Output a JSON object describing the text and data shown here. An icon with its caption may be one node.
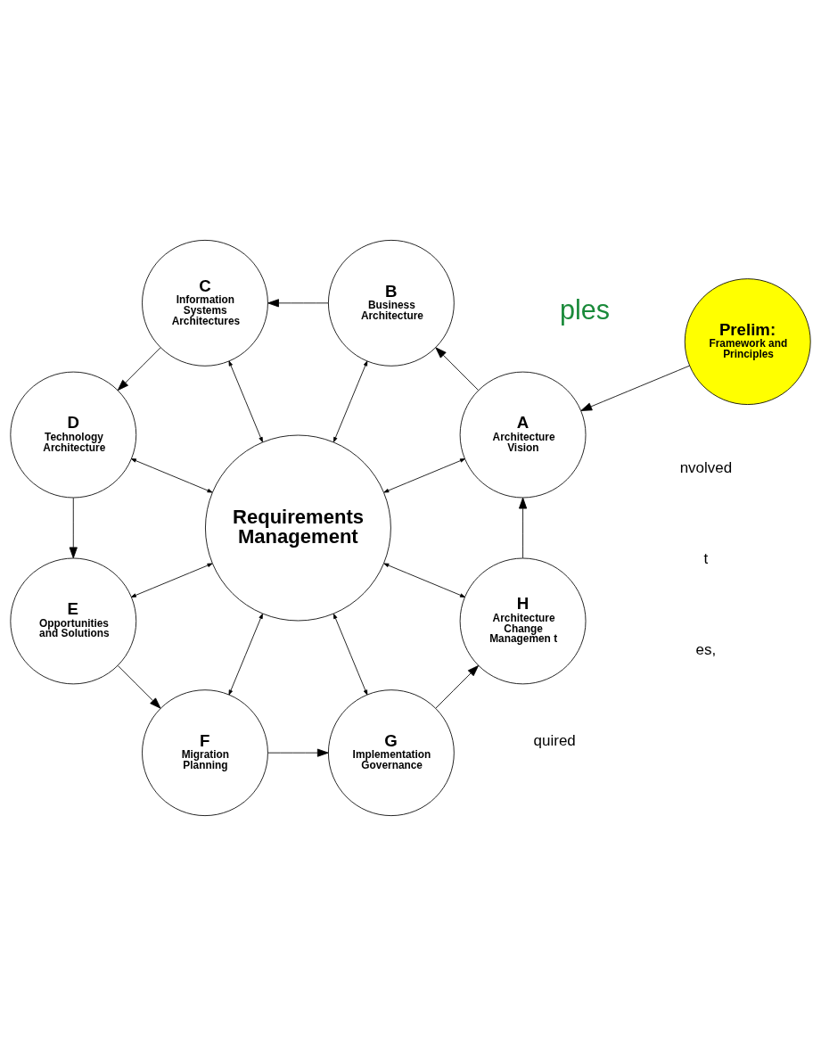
{
  "diagram": {
    "nodes": [
      {
        "text": [
          "Prelim:",
          "Framework and Principles"
        ]
      },
      {
        "text": [
          "A",
          "Architecture Vision"
        ]
      },
      {
        "text": [
          "B",
          "Business Architecture"
        ]
      },
      {
        "text": [
          "C",
          "Information Systems Architectures"
        ]
      },
      {
        "text": [
          "D",
          "Technology Architecture"
        ]
      },
      {
        "text": [
          "E",
          "Opportunities and Solutions"
        ]
      },
      {
        "text": [
          "F",
          "Migration Planning"
        ]
      },
      {
        "text": [
          "G",
          "Implementation Governance"
        ]
      },
      {
        "text": [
          "H",
          "Architecture Change Managemen t"
        ]
      },
      {
        "text": [
          "Requirements Management"
        ]
      }
    ],
    "edges": [
      {
        "from": 0,
        "to": 1,
        "arrow": "to"
      },
      {
        "from": 1,
        "to": 2,
        "arrow": "to"
      },
      {
        "from": 2,
        "to": 3,
        "arrow": "to"
      },
      {
        "from": 3,
        "to": 4,
        "arrow": "to"
      },
      {
        "from": 4,
        "to": 5,
        "arrow": "to"
      },
      {
        "from": 5,
        "to": 6,
        "arrow": "to"
      },
      {
        "from": 6,
        "to": 7,
        "arrow": "to"
      },
      {
        "from": 7,
        "to": 8,
        "arrow": "to"
      },
      {
        "from": 8,
        "to": 1,
        "arrow": "to"
      },
      {
        "from": 9,
        "to": 1,
        "arrow": "both"
      },
      {
        "from": 9,
        "to": 2,
        "arrow": "both"
      },
      {
        "from": 9,
        "to": 3,
        "arrow": "both"
      },
      {
        "from": 9,
        "to": 4,
        "arrow": "both"
      },
      {
        "from": 9,
        "to": 5,
        "arrow": "both"
      },
      {
        "from": 9,
        "to": 6,
        "arrow": "both"
      },
      {
        "from": 9,
        "to": 7,
        "arrow": "both"
      },
      {
        "from": 9,
        "to": 8,
        "arrow": "both"
      }
    ],
    "labels": [
      "ples",
      "quired",
      "es,",
      "t",
      "nvolved"
    ]
  }
}
